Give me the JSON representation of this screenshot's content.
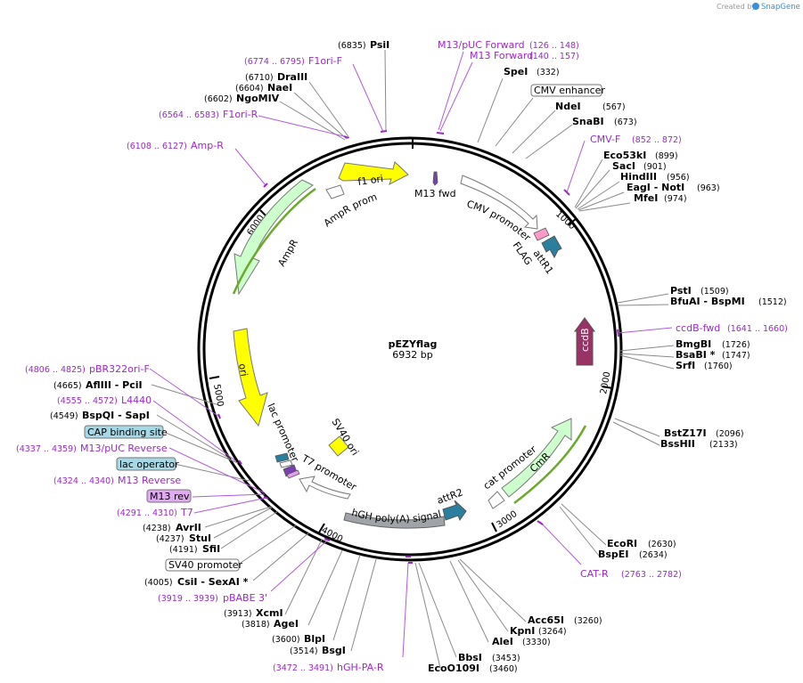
{
  "credit": {
    "prefix": "Created by",
    "brand": "SnapGene"
  },
  "plasmid": {
    "name": "pEZYflag",
    "size": "6932 bp"
  },
  "ticks": [
    "1000",
    "2000",
    "3000",
    "4000",
    "5000",
    "6000"
  ],
  "features": {
    "f1_ori": "f1 ori",
    "ampr_promoter": "AmpR promoter",
    "ampr": "AmpR",
    "ori": "ori",
    "lac_promoter": "lac promoter",
    "sv40_ori": "SV40 ori",
    "t7_promoter": "T7 promoter",
    "hgh": "hGH poly(A) signal",
    "attr2": "attR2",
    "cat_promoter": "cat promoter",
    "cmr": "CmR",
    "ccdb": "ccdB",
    "cmv_promoter": "CMV promoter",
    "m13_fwd": "M13 fwd",
    "flag": "FLAG",
    "attr1": "attR1"
  },
  "labels": [
    {
      "pos": "(6835)",
      "name": "PsiI"
    },
    {
      "pos": "(6710)",
      "name": "DraIII"
    },
    {
      "pos": "(6604)",
      "name": "NaeI"
    },
    {
      "pos": "(6602)",
      "name": "NgoMIV"
    },
    {
      "pos": "(332)",
      "name": "SpeI"
    },
    {
      "name": "CMV enhancer",
      "boxed": "white"
    },
    {
      "pos": "(567)",
      "name": "NdeI"
    },
    {
      "pos": "(673)",
      "name": "SnaBI"
    },
    {
      "pos": "(899)",
      "name": "Eco53kI"
    },
    {
      "pos": "(901)",
      "name": "SacI"
    },
    {
      "pos": "(956)",
      "name": "HindIII"
    },
    {
      "pos": "(963)",
      "name": "EagI - NotI"
    },
    {
      "pos": "(974)",
      "name": "MfeI"
    },
    {
      "pos": "(1509)",
      "name": "PstI"
    },
    {
      "pos": "(1512)",
      "name": "BfuAI - BspMI"
    },
    {
      "pos": "(1726)",
      "name": "BmgBI"
    },
    {
      "pos": "(1747)",
      "name": "BsaBI *"
    },
    {
      "pos": "(1760)",
      "name": "SrfI"
    },
    {
      "pos": "(2096)",
      "name": "BstZ17I"
    },
    {
      "pos": "(2133)",
      "name": "BssHII"
    },
    {
      "pos": "(2630)",
      "name": "EcoRI"
    },
    {
      "pos": "(2634)",
      "name": "BspEI"
    },
    {
      "pos": "(3260)",
      "name": "Acc65I"
    },
    {
      "pos": "(3264)",
      "name": "KpnI"
    },
    {
      "pos": "(3330)",
      "name": "AleI"
    },
    {
      "pos": "(3453)",
      "name": "BbsI"
    },
    {
      "pos": "(3460)",
      "name": "EcoO109I"
    },
    {
      "pos": "(3514)",
      "name": "BsgI"
    },
    {
      "pos": "(3600)",
      "name": "BlpI"
    },
    {
      "pos": "(3818)",
      "name": "AgeI"
    },
    {
      "pos": "(3913)",
      "name": "XcmI"
    },
    {
      "pos": "(4005)",
      "name": "CsiI - SexAI *"
    },
    {
      "name": "SV40 promoter",
      "boxed": "white"
    },
    {
      "pos": "(4191)",
      "name": "SfiI"
    },
    {
      "pos": "(4237)",
      "name": "StuI"
    },
    {
      "pos": "(4238)",
      "name": "AvrII"
    },
    {
      "pos": "(4549)",
      "name": "BspQI - SapI"
    },
    {
      "name": "CAP binding site",
      "boxed": "blue"
    },
    {
      "name": "lac operator",
      "boxed": "blue"
    },
    {
      "name": "M13 rev",
      "boxed": "purple"
    },
    {
      "pos": "(4665)",
      "name": "AflIII - PciI"
    }
  ],
  "primers": [
    {
      "pos": "(126 .. 148)",
      "name": "M13/pUC Forward"
    },
    {
      "pos": "(140 .. 157)",
      "name": "M13 Forward"
    },
    {
      "pos": "(6774 .. 6795)",
      "name": "F1ori-F"
    },
    {
      "pos": "(6564 .. 6583)",
      "name": "F1ori-R"
    },
    {
      "pos": "(6108 .. 6127)",
      "name": "Amp-R"
    },
    {
      "pos": "(852 .. 872)",
      "name": "CMV-F"
    },
    {
      "pos": "(1641 .. 1660)",
      "name": "ccdB-fwd"
    },
    {
      "pos": "(2763 .. 2782)",
      "name": "CAT-R"
    },
    {
      "pos": "(3472 .. 3491)",
      "name": "hGH-PA-R"
    },
    {
      "pos": "(3919 .. 3939)",
      "name": "pBABE 3'"
    },
    {
      "pos": "(4291 .. 4310)",
      "name": "T7"
    },
    {
      "pos": "(4324 .. 4340)",
      "name": "M13 Reverse"
    },
    {
      "pos": "(4337 .. 4359)",
      "name": "M13/pUC Reverse"
    },
    {
      "pos": "(4555 .. 4572)",
      "name": "L4440"
    },
    {
      "pos": "(4806 .. 4825)",
      "name": "pBR322ori-F"
    }
  ],
  "colors": {
    "primer": "#9c27c9",
    "ori": "#ffff00",
    "ampr": "#ccffcc",
    "promoter": "#ffffff",
    "terminator": "#a0a4a8",
    "attr": "#2a7f9e",
    "ccdb": "#993366",
    "flag": "#ff99cc"
  }
}
